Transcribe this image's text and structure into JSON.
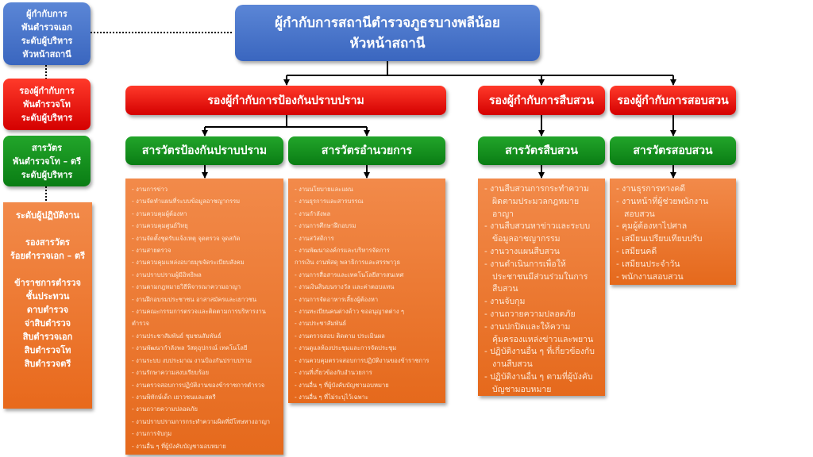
{
  "legend": {
    "level1": [
      "ผู้กำกับการ",
      "พันตำรวจเอก",
      "ระดับผู้บริหาร",
      "หัวหน้าสถานี"
    ],
    "level2": [
      "รองผู้กำกับการ",
      "พันตำรวจโท",
      "ระดับผู้บริหาร"
    ],
    "level3": [
      "สารวัตร",
      "พันตำรวจโท – ตรี",
      "ระดับผู้บริหาร"
    ],
    "level4": [
      "ระดับผู้ปฏิบัติงาน",
      "",
      "รองสารวัตร",
      "ร้อยตำรวจเอก – ตรี",
      "",
      "ข้าราชการตำรวจ",
      "ชั้นประทวน",
      "ดาบตำรวจ",
      "จ่าสิบตำรวจ",
      "สิบตำรวจเอก",
      "สิบตำรวจโท",
      "สิบตำรวจตรี"
    ]
  },
  "top": {
    "line1": "ผู้กำกับการสถานีตำรวจภูธรบางพลีน้อย",
    "line2": "หัวหน้าสถานี"
  },
  "deputies": [
    "รองผู้กำกับการป้องกันปราบปราม",
    "รองผู้กำกับการสืบสวน",
    "รองผู้กำกับการสอบสวน"
  ],
  "inspectors": [
    "สารวัตรป้องกันปราบปราม",
    "สารวัตรอำนวยการ",
    "สารวัตรสืบสวน",
    "สารวัตรสอบสวน"
  ],
  "duties": [
    [
      "- งานการข่าว",
      "- งานจัดทำแผนที่ระบบข้อมูลอาชญากรรม",
      "- งานควบคุมผู้ต้องหา",
      "- งานควบคุมศูนย์วิทยุ",
      "- งานจัดตั้งชุดรับแจ้งเหตุ จุดตรวจ จุดสกัด",
      "- งานสายตรวจ",
      "- งานควบคุมแหล่งอบายมุขจัดระเบียบสังคม",
      "- งานปราบปรามผู้มีอิทธิพล",
      "- งานตามกฎหมายวิธีพิจารณาความอาญา",
      "- งานฝึกอบรมประชาชน อาสาสมัครและเยาวชน",
      "- งานคณะกรรมการตรวจและติดตามการบริหารงาน",
      "  ตำรวจ",
      "- งานประชาสัมพันธ์ ชุมชนสัมพันธ์",
      "- งานพัฒนากำลังพล วัสดุอุปกรณ์ เทคโนโลยี",
      "- งานระบบ งบประมาณ งานป้องกันปราบปราม",
      "- งานรักษาความสงบเรียบร้อย",
      "- งานตรวจสอบการปฏิบัติงานของข้าราชการตำรวจ",
      "- งานพิทักษ์เด็ก เยาวชนและสตรี",
      "- งานถวายความปลอดภัย",
      "- งานปราบปรามการกระทำความผิดที่มีโทษทางอาญา",
      "- งานการจับกุม",
      "- งานอื่น ๆ ที่ผู้บังคับบัญชามอบหมาย"
    ],
    [
      "- งานนโยบายและแผน",
      "- งานธุรการและสารบรรณ",
      "- งานกำลังพล",
      "- งานการศึกษาฝึกอบรม",
      "- งานสวัสดิการ",
      "- งานพัฒนาองค์กรและบริหารจัดการ",
      "  การเงิน งานพัสดุ พลาธิการและสรรพาวุธ",
      "- งานการสื่อสารและเทคโนโลยีสารสนเทศ",
      "- งานเงินสินบนรางวัล และค่าตอบแทน",
      "- งานการจัดอาหารเลี้ยงผู้ต้องหา",
      "- งานทะเบียนคนต่างด้าว ขออนุญาตต่าง ๆ",
      "- งานประชาสัมพันธ์",
      "- งานตรวจสอบ ติดตาม ประเมินผล",
      "- งานดูแลห้องประชุมและการจัดประชุม",
      "- งานควบคุมตรวจสอบการปฏิบัติงานของข้าราชการ",
      "- งานที่เกี่ยวข้องกับอำนวยการ",
      "- งานอื่น ๆ ที่ผู้บังคับบัญชามอบหมาย",
      "- งานอื่น ๆ ที่ไม่ระบุไว้เฉพาะ"
    ],
    [
      "- งานสืบสวนการกระทำความผิดตามประมวลกฎหมายอาญา",
      "- งานสืบสวนหาข่าวและระบบข้อมูลอาชญากรรม",
      "- งานวางแผนสืบสวน",
      "- งานดำเนินการเพื่อให้ประชาชนมีส่วนร่วมในการสืบสวน",
      "- งานจับกุม",
      "- งานถวายความปลอดภัย",
      "- งานปกปิดและให้ความคุ้มครองแหล่งข่าวและพยาน",
      "- ปฏิบัติงานอื่น ๆ ที่เกี่ยวข้องกับงานสืบสวน",
      "- ปฏิบัติงานอื่น ๆ ตามที่ผู้บังคับบัญชามอบหมาย"
    ],
    [
      "- งานธุรการทางคดี",
      "- งานหน้าที่ผู้ช่วยพนักงานสอบสวน",
      "- คุมผู้ต้องหาไปศาล",
      "- เสมียนเปรียบเทียบปรับ",
      "- เสมียนคดี",
      "- เสมียนประจำวัน",
      "- พนักงานสอบสวน"
    ]
  ]
}
